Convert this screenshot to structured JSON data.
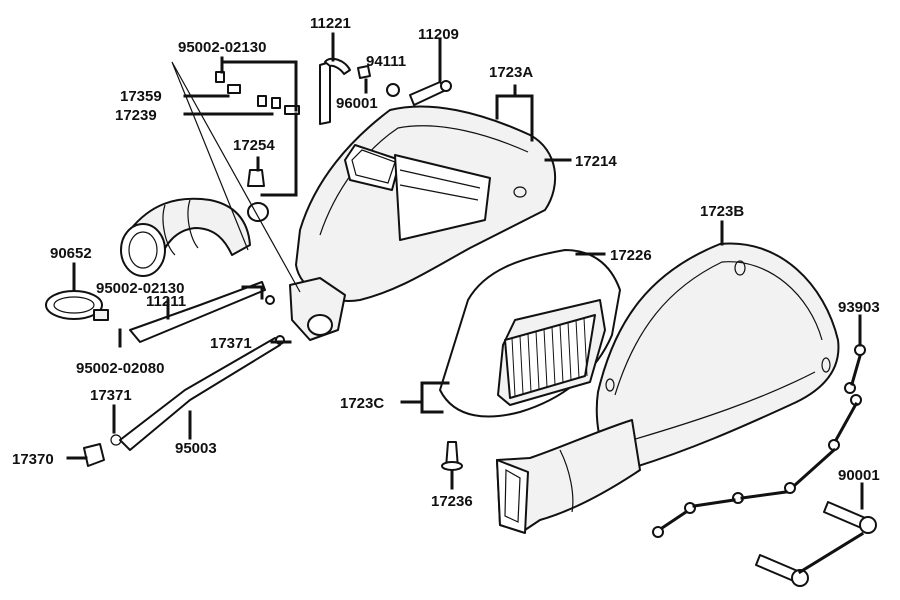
{
  "labels": {
    "p11221": "11221",
    "p95002_02130_top": "95002-02130",
    "p94111": "94111",
    "p11209": "11209",
    "p1723A": "1723A",
    "p17359": "17359",
    "p96001": "96001",
    "p17239": "17239",
    "p17254": "17254",
    "p17214": "17214",
    "p1723B": "1723B",
    "p90652": "90652",
    "p17226": "17226",
    "p95002_02130_mid": "95002-02130",
    "p11211": "11211",
    "p93903": "93903",
    "p17371_a": "17371",
    "p95002_02080": "95002-02080",
    "p1723C": "1723C",
    "p17371_b": "17371",
    "p17370": "17370",
    "p95003": "95003",
    "p90001": "90001",
    "p17236": "17236"
  }
}
